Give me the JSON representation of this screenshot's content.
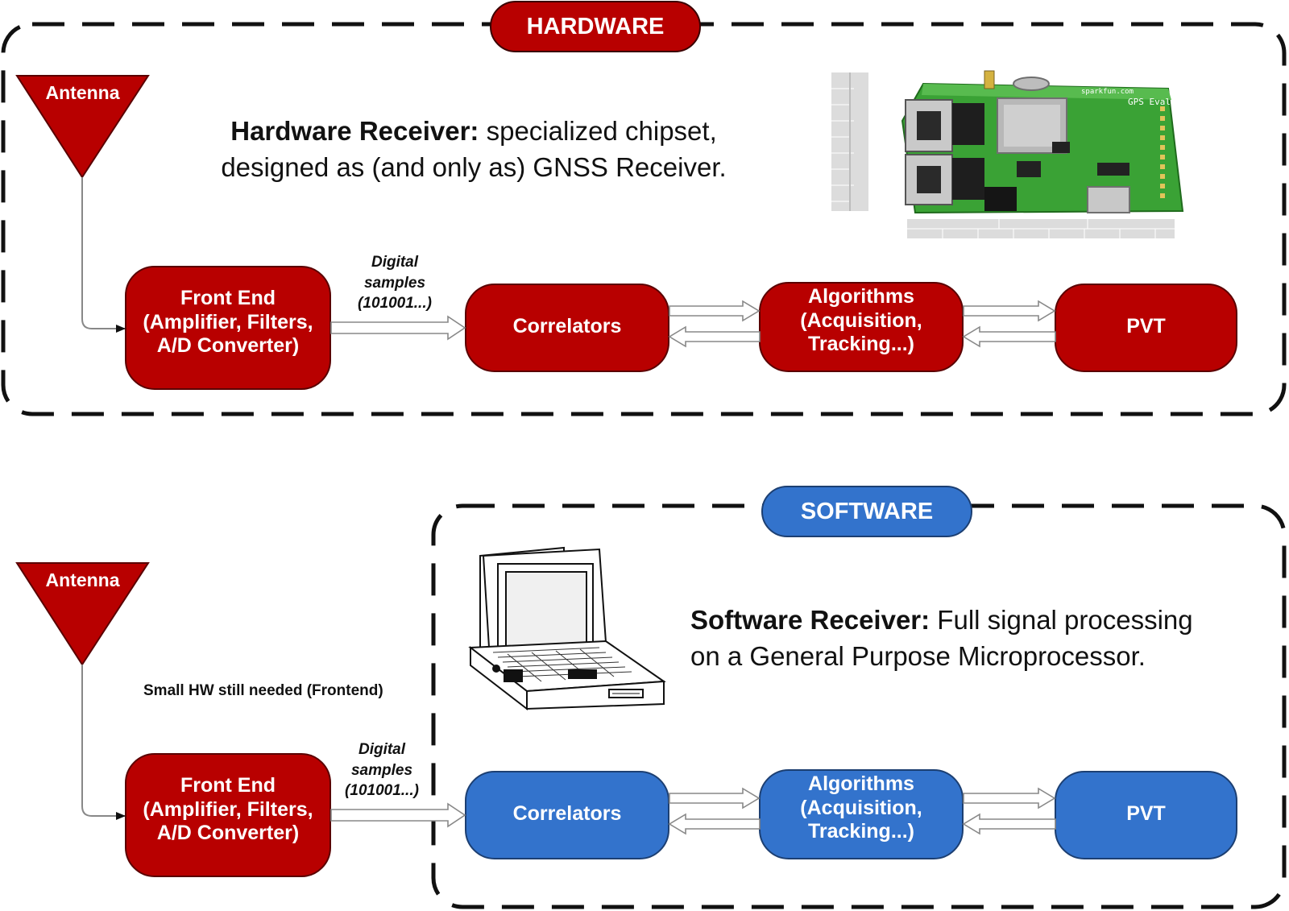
{
  "colors": {
    "hardware_red": "#b80000",
    "software_blue": "#3373cc",
    "dash_border": "#111111",
    "arrow_gray": "#888888"
  },
  "hardware": {
    "section_label": "HARDWARE",
    "antenna_label": "Antenna",
    "description_bold": "Hardware Receiver:",
    "description_line1": " specialized chipset,",
    "description_line2": "designed as (and only as) GNSS Receiver.",
    "board_image": "gps-evaluation-board-photo",
    "board_brand": "sparkfun.com",
    "board_title": "GPS Eval",
    "samples_line1": "Digital",
    "samples_line2": "samples",
    "samples_line3": "(101001...)",
    "front_end": [
      "Front End",
      "(Amplifier, Filters,",
      "A/D Converter)"
    ],
    "correlators": "Correlators",
    "algorithms": [
      "Algorithms",
      "(Acquisition,",
      "Tracking...)"
    ],
    "pvt": "PVT"
  },
  "software": {
    "section_label": "SOFTWARE",
    "antenna_label": "Antenna",
    "description_bold": "Software Receiver:",
    "description_line1": " Full signal processing",
    "description_line2": "on a General Purpose Microprocessor.",
    "laptop_image": "laptop-computer-illustration",
    "hw_note": "Small HW still needed (Frontend)",
    "samples_line1": "Digital",
    "samples_line2": "samples",
    "samples_line3": "(101001...)",
    "front_end": [
      "Front End",
      "(Amplifier, Filters,",
      "A/D Converter)"
    ],
    "correlators": "Correlators",
    "algorithms": [
      "Algorithms",
      "(Acquisition,",
      "Tracking...)"
    ],
    "pvt": "PVT"
  }
}
